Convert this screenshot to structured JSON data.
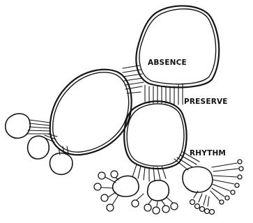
{
  "labels": {
    "absence": "ABSENCE",
    "preserve": "PRESERVE",
    "rhythm": "RHYTHM"
  }
}
